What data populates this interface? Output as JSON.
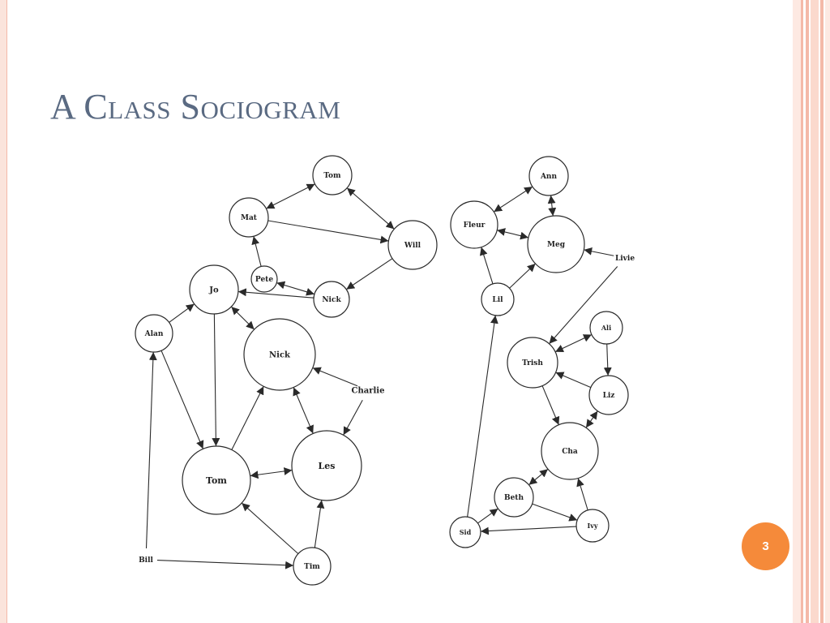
{
  "slide": {
    "title": "A Class Sociogram",
    "page_number": "3"
  },
  "colors": {
    "title": "#5a6a82",
    "badge": "#f58a3a",
    "border_band": "#f4b9a8",
    "border_band_light": "#fbe4dc"
  },
  "diagram": {
    "nodes": [
      {
        "id": "tom_top",
        "label": "Tom"
      },
      {
        "id": "mat",
        "label": "Mat"
      },
      {
        "id": "will",
        "label": "Will"
      },
      {
        "id": "pete",
        "label": "Pete"
      },
      {
        "id": "nick_small",
        "label": "Nick"
      },
      {
        "id": "jo",
        "label": "Jo"
      },
      {
        "id": "alan",
        "label": "Alan"
      },
      {
        "id": "nick_big",
        "label": "Nick"
      },
      {
        "id": "charlie",
        "label": "Charlie"
      },
      {
        "id": "tom_big",
        "label": "Tom"
      },
      {
        "id": "les",
        "label": "Les"
      },
      {
        "id": "bill",
        "label": "Bill"
      },
      {
        "id": "tim",
        "label": "Tim"
      },
      {
        "id": "ann",
        "label": "Ann"
      },
      {
        "id": "fleur",
        "label": "Fleur"
      },
      {
        "id": "meg",
        "label": "Meg"
      },
      {
        "id": "livie",
        "label": "Livie"
      },
      {
        "id": "lil",
        "label": "Lil"
      },
      {
        "id": "ali",
        "label": "Ali"
      },
      {
        "id": "trish",
        "label": "Trish"
      },
      {
        "id": "liz",
        "label": "Liz"
      },
      {
        "id": "cha",
        "label": "Cha"
      },
      {
        "id": "beth",
        "label": "Beth"
      },
      {
        "id": "sid",
        "label": "Sid"
      },
      {
        "id": "ivy",
        "label": "Ivy"
      }
    ],
    "edges": [
      {
        "from": "mat",
        "to": "tom_top",
        "mutual": true
      },
      {
        "from": "tom_top",
        "to": "will",
        "mutual": true
      },
      {
        "from": "mat",
        "to": "will",
        "mutual": false
      },
      {
        "from": "pete",
        "to": "mat",
        "mutual": false
      },
      {
        "from": "will",
        "to": "nick_small",
        "mutual": false
      },
      {
        "from": "pete",
        "to": "nick_small",
        "mutual": true
      },
      {
        "from": "nick_small",
        "to": "jo",
        "mutual": false
      },
      {
        "from": "alan",
        "to": "jo",
        "mutual": false
      },
      {
        "from": "jo",
        "to": "nick_big",
        "mutual": true
      },
      {
        "from": "jo",
        "to": "tom_big",
        "mutual": false
      },
      {
        "from": "alan",
        "to": "tom_big",
        "mutual": false
      },
      {
        "from": "tom_big",
        "to": "nick_big",
        "mutual": false
      },
      {
        "from": "nick_big",
        "to": "les",
        "mutual": true
      },
      {
        "from": "charlie",
        "to": "nick_big",
        "mutual": false
      },
      {
        "from": "charlie",
        "to": "les",
        "mutual": false
      },
      {
        "from": "tom_big",
        "to": "les",
        "mutual": true
      },
      {
        "from": "tim",
        "to": "tom_big",
        "mutual": false
      },
      {
        "from": "tim",
        "to": "les",
        "mutual": false
      },
      {
        "from": "bill",
        "to": "tim",
        "mutual": false
      },
      {
        "from": "bill",
        "to": "alan",
        "mutual": false
      },
      {
        "from": "fleur",
        "to": "ann",
        "mutual": true
      },
      {
        "from": "ann",
        "to": "meg",
        "mutual": true
      },
      {
        "from": "fleur",
        "to": "meg",
        "mutual": true
      },
      {
        "from": "lil",
        "to": "fleur",
        "mutual": false
      },
      {
        "from": "lil",
        "to": "meg",
        "mutual": false
      },
      {
        "from": "livie",
        "to": "meg",
        "mutual": false
      },
      {
        "from": "livie",
        "to": "trish",
        "mutual": false
      },
      {
        "from": "trish",
        "to": "ali",
        "mutual": true
      },
      {
        "from": "ali",
        "to": "liz",
        "mutual": false
      },
      {
        "from": "liz",
        "to": "trish",
        "mutual": false
      },
      {
        "from": "trish",
        "to": "cha",
        "mutual": false
      },
      {
        "from": "liz",
        "to": "cha",
        "mutual": true
      },
      {
        "from": "beth",
        "to": "cha",
        "mutual": true
      },
      {
        "from": "sid",
        "to": "beth",
        "mutual": false
      },
      {
        "from": "beth",
        "to": "ivy",
        "mutual": false
      },
      {
        "from": "ivy",
        "to": "sid",
        "mutual": false
      },
      {
        "from": "ivy",
        "to": "cha",
        "mutual": false
      },
      {
        "from": "sid",
        "to": "lil",
        "mutual": false
      }
    ]
  }
}
